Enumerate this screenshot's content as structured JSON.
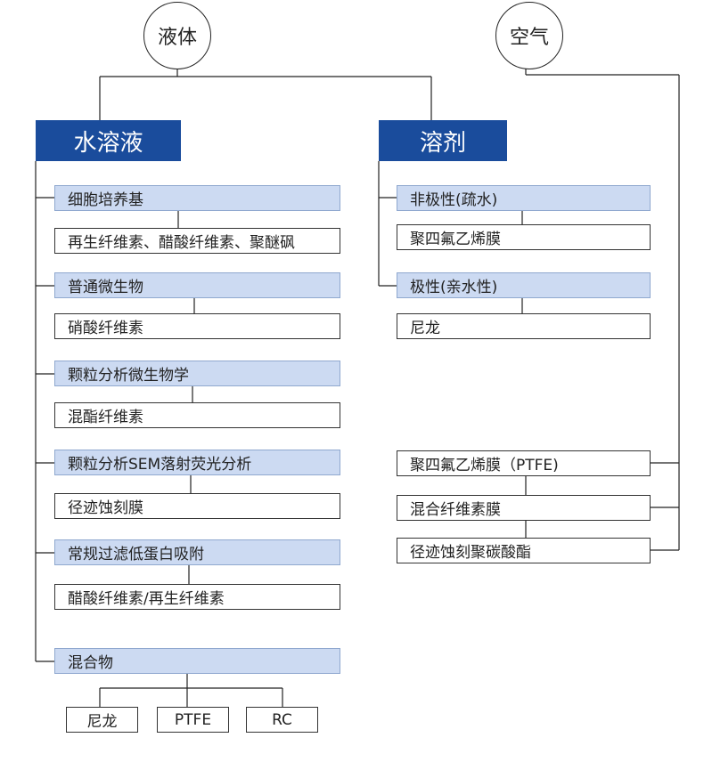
{
  "roots": {
    "liquid": "液体",
    "air": "空气"
  },
  "headers": {
    "aqueous": "水溶液",
    "solvent": "溶剂"
  },
  "aqueous_groups": [
    {
      "category": "细胞培养基",
      "membrane": "再生纤维素、醋酸纤维素、聚醚砜"
    },
    {
      "category": "普通微生物",
      "membrane": "硝酸纤维素"
    },
    {
      "category": "颗粒分析微生物学",
      "membrane": "混酯纤维素"
    },
    {
      "category": "颗粒分析SEM落射荧光分析",
      "membrane": "径迹蚀刻膜"
    },
    {
      "category": "常规过滤低蛋白吸附",
      "membrane": "醋酸纤维素/再生纤维素"
    },
    {
      "category": "混合物",
      "membrane": ""
    }
  ],
  "mixture_leaves": [
    "尼龙",
    "PTFE",
    "RC"
  ],
  "solvent_groups": [
    {
      "category": "非极性(疏水)",
      "membrane": "聚四氟乙烯膜"
    },
    {
      "category": "极性(亲水性)",
      "membrane": "尼龙"
    }
  ],
  "air_items": [
    "聚四氟乙烯膜（PTFE)",
    "混合纤维素膜",
    "径迹蚀刻聚碳酸酯"
  ],
  "colors": {
    "header_bg": "#1a4c9c",
    "category_bg": "#ccdaf2",
    "category_border": "#8fa8cf",
    "line": "#222222"
  }
}
